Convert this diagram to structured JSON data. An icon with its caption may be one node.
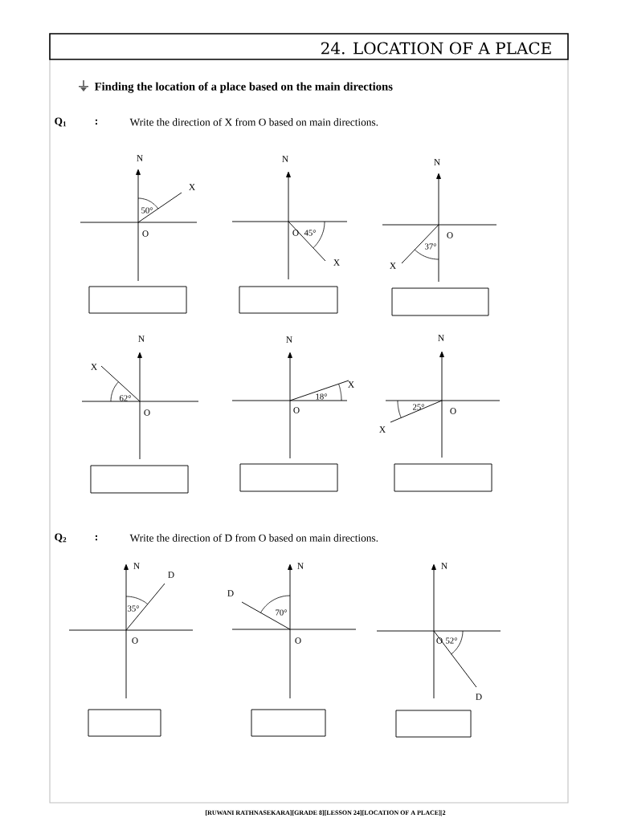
{
  "diagram": {
    "title": "24. LOCATION OF A PLACE",
    "nodes": [
      {
        "text": [],
        "shape": "box"
      },
      {
        "text": [],
        "shape": "box"
      },
      {
        "text": [],
        "shape": "box"
      },
      {
        "text": [],
        "shape": "box"
      },
      {
        "text": [],
        "shape": "box"
      },
      {
        "text": [],
        "shape": "box"
      },
      {
        "text": [],
        "shape": "box"
      },
      {
        "text": [],
        "shape": "box"
      },
      {
        "text": [],
        "shape": "box"
      }
    ],
    "labels": [
      "Finding the location of a place based on the main directions",
      "Q$_{1}$",
      ":",
      "Write the direction of X from O based on main directions.",
      "N",
      "X",
      "50°",
      "O",
      "N",
      "O",
      "45°",
      "X",
      "N",
      "O",
      "37°",
      "X",
      "N",
      "X",
      "62°",
      "O",
      "N",
      "X",
      "18°",
      "O",
      "N",
      "25°",
      "O",
      "X",
      "Q$_{2}$",
      ":",
      "Write the direction of D from O based on main directions.",
      "N",
      "D",
      "35°",
      "O",
      "N",
      "D",
      "70°",
      "O",
      "N",
      "O",
      "52°",
      "D",
      "[RUWANI RATHNASEKARA][GRADE 8][LESSON 24][LOCATION OF A PLACE]|2"
    ]
  }
}
